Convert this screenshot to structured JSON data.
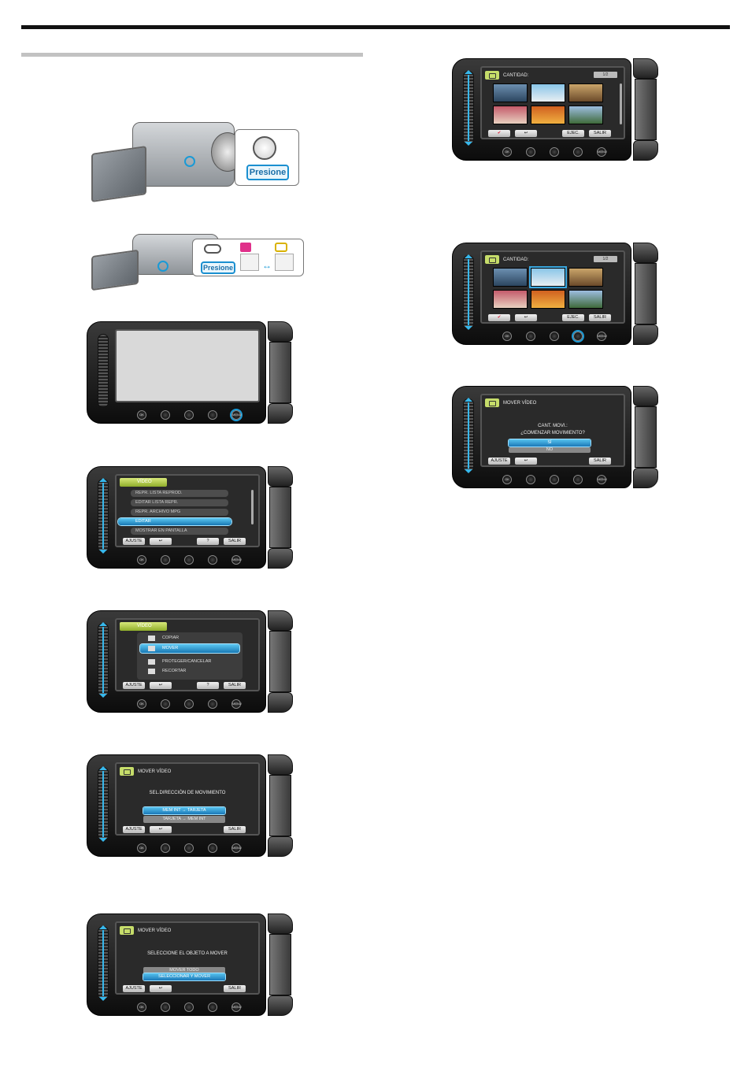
{
  "callouts": {
    "press_1": "Presione",
    "press_2": "Presione"
  },
  "colors": {
    "accent": "#1a9ad6",
    "header_green": "#c6dd6a",
    "selected_item": "#2a90cc"
  },
  "buttons": {
    "ok": "OK",
    "menu": "MENU"
  },
  "screens": {
    "menu_video": {
      "header": "VÍDEO",
      "items": [
        "REPR. LISTA REPROD.",
        "EDITAR LISTA REPR.",
        "REPR. ARCHIVO MPG",
        "EDITAR",
        "MOSTRAR EN PANTALLA"
      ],
      "footer": [
        "AJUSTE",
        "?",
        "SALIR"
      ]
    },
    "submenu_editar": {
      "header": "VÍDEO",
      "items": [
        "COPIAR",
        "MOVER",
        "PROTEGER/CANCELAR",
        "RECORTAR"
      ],
      "footer": [
        "AJUSTE",
        "?",
        "SALIR"
      ]
    },
    "mover_direction": {
      "header": "MOVER VÍDEO",
      "message": "SEL.DIRECCIÓN DE MOVIMIENTO",
      "options": [
        "MEM INT → TARJETA",
        "TARJETA → MEM INT"
      ],
      "footer": [
        "AJUSTE",
        "SALIR"
      ]
    },
    "mover_object": {
      "header": "MOVER VÍDEO",
      "message": "SELECCIONE EL OBJETO A MOVER",
      "options": [
        "MOVER TODO",
        "SELECCIONAR Y MOVER"
      ],
      "footer": [
        "AJUSTE",
        "SALIR"
      ]
    },
    "cantidad_1": {
      "header": "CANTIDAD:",
      "counter": "1/2",
      "footer": [
        "EJEC.",
        "SALIR"
      ]
    },
    "cantidad_2": {
      "header": "CANTIDAD:",
      "counter": "1/2",
      "footer": [
        "EJEC.",
        "SALIR"
      ]
    },
    "confirm": {
      "header": "MOVER VÍDEO",
      "message_1": "CANT. MOVI.:",
      "message_2": "¿COMENZAR MOVIMIENTO?",
      "options": [
        "SÍ",
        "NO"
      ],
      "footer": [
        "AJUSTE",
        "SALIR"
      ]
    }
  }
}
